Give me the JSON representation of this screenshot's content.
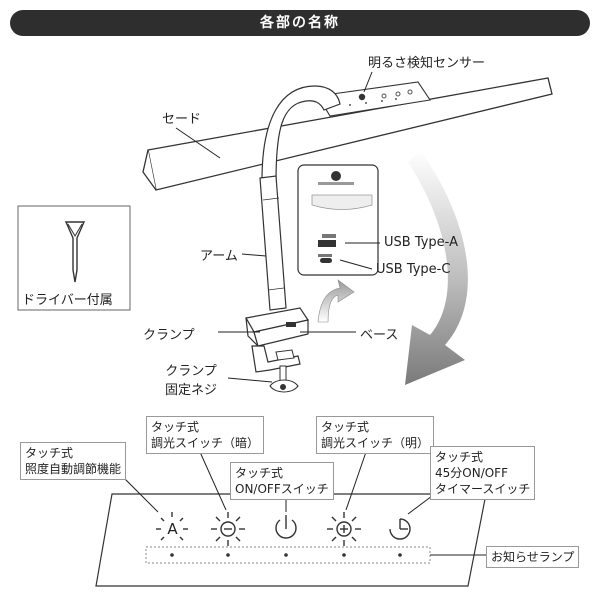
{
  "header": {
    "title": "各部の名称"
  },
  "parts": {
    "sensor": "明るさ検知センサー",
    "shade": "セード",
    "arm": "アーム",
    "screwdriver": "ドライバー付属",
    "clamp": "クランプ",
    "base": "ベース",
    "clamp_screw_line1": "クランプ",
    "clamp_screw_line2": "固定ネジ",
    "usb_a": "USB Type-A",
    "usb_c": "USB Type-C"
  },
  "controls": {
    "auto": {
      "line1": "タッチ式",
      "line2": "照度自動調節機能",
      "glyph": "A"
    },
    "dim": {
      "line1": "タッチ式",
      "line2": "調光スイッチ（暗）"
    },
    "power": {
      "line1": "タッチ式",
      "line2": "ON/OFFスイッチ"
    },
    "bright": {
      "line1": "タッチ式",
      "line2": "調光スイッチ（明）"
    },
    "timer": {
      "line1": "タッチ式",
      "line2": "45分ON/OFF",
      "line3": "タイマースイッチ"
    },
    "indicator": "お知らせランプ"
  }
}
